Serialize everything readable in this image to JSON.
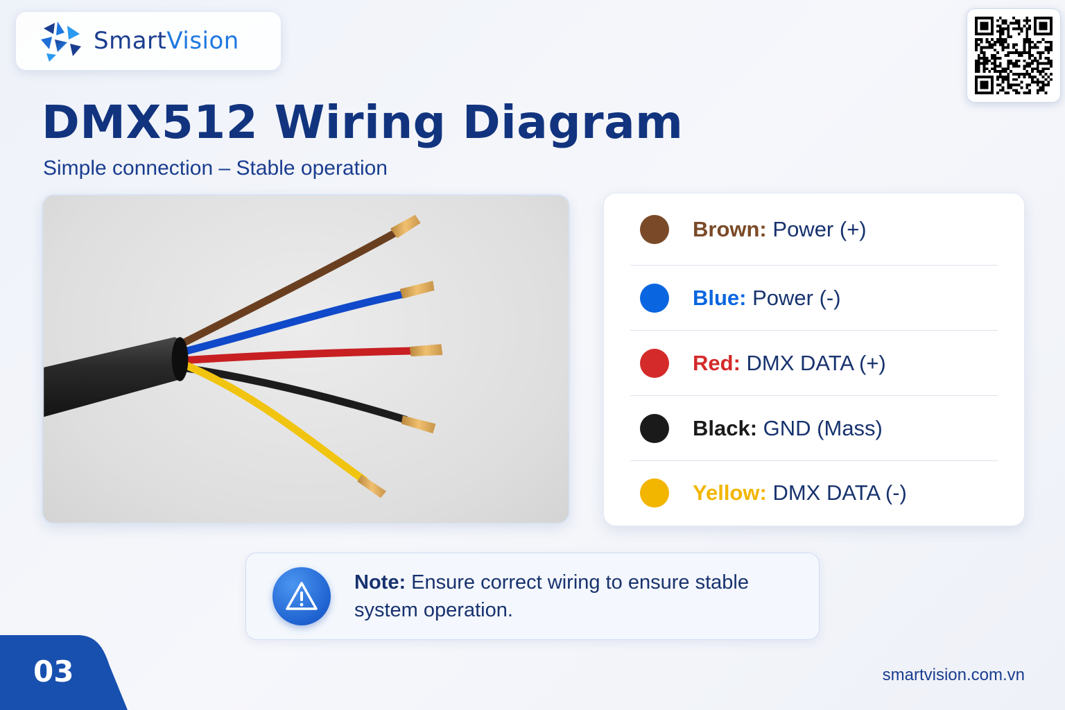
{
  "brand": {
    "name_part1": "Smart",
    "name_part2": "Vision"
  },
  "header": {
    "title": "DMX512 Wiring Diagram",
    "subtitle": "Simple connection – Stable operation"
  },
  "legend": [
    {
      "color_name": "Brown:",
      "description": "Power (+)",
      "color": "#7a4a28"
    },
    {
      "color_name": "Blue:",
      "description": "Power (-)",
      "color": "#0a66e0"
    },
    {
      "color_name": "Red:",
      "description": "DMX DATA (+)",
      "color": "#d42a2a"
    },
    {
      "color_name": "Black:",
      "description": "GND (Mass)",
      "color": "#1a1a1a"
    },
    {
      "color_name": "Yellow:",
      "description": "DMX DATA (-)",
      "color": "#f2b500"
    }
  ],
  "note": {
    "lead": "Note:",
    "text": "Ensure correct wiring to ensure stable system operation."
  },
  "footer": {
    "page_number": "03",
    "website": "smartvision.com.vn"
  },
  "colors": {
    "primary_dark": "#12347f",
    "primary": "#1e78e0",
    "page_tab": "#1850b0"
  },
  "icons": {
    "logo": "smartvision-logo-icon",
    "qr": "qr-code-icon",
    "note": "warning-triangle-icon"
  }
}
